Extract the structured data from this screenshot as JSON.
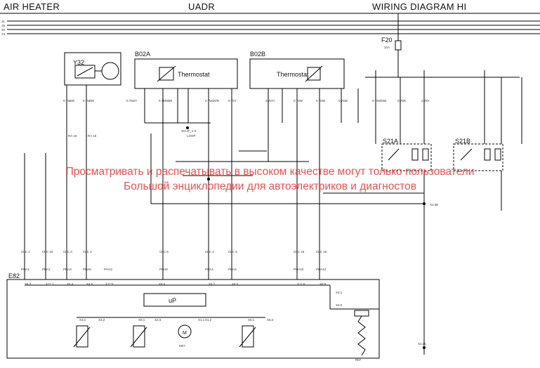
{
  "header": {
    "left": "AIR HEATER",
    "center": "UADR",
    "right": "WIRING DIAGRAM HI"
  },
  "bus_labels": [
    "31",
    "15",
    "30",
    "X1"
  ],
  "components": {
    "b02a": {
      "id": "B02A",
      "label": "Thermostat"
    },
    "b02b": {
      "id": "B02B",
      "label": "Thermostat"
    },
    "y32": {
      "id": "Y32"
    },
    "f20": {
      "id": "F20",
      "rating": "10A"
    },
    "s21a": {
      "id": "S21A"
    },
    "s21b": {
      "id": "S21B"
    },
    "e82": {
      "id": "E82",
      "cpu": "uP"
    },
    "motor": {
      "id": "M",
      "sub": "M07"
    },
    "r07": {
      "id": "R07"
    }
  },
  "watermark": {
    "line1": "Просматривать и распечатывать в высоком качестве могут только пользователи",
    "line2": "Большой энциклопедии для автоэлектриков и диагностов"
  },
  "wire_labels": {
    "vertical_top": [
      "0.75BW",
      "0.75BW",
      "0.75GY",
      "0.75R/BR",
      "0.75GR/R",
      "0.75Y",
      "0.75YI",
      "0.75W",
      "0.75W",
      "0.75W",
      "0.75W/SB",
      "0.75R",
      "0.75Y"
    ],
    "clc": [
      "CLC 1",
      "CLC 10",
      "CLC 3",
      "CLC 2",
      "CLC 6",
      "CLC 4",
      "CLC 5",
      "CLC 16",
      "CLC 15"
    ],
    "pha": [
      "PHA1",
      "PHA1",
      "PHA3",
      "PHA6",
      "PHA3",
      "PHA8",
      "PHA4",
      "PHA4",
      "PHA10",
      "PHA12"
    ],
    "ra": [
      "RA 16",
      "RA 15"
    ],
    "connectors": [
      "X6:3",
      "X11:1",
      "X6:4",
      "X4:6",
      "X11:5",
      "X6:6",
      "X6:7",
      "X6:3",
      "X11:6",
      "X6:8",
      "X4:1",
      "X4:2"
    ],
    "internal": [
      "X3:1",
      "X3:2",
      "X9:1",
      "X2:3",
      "X1:1",
      "X1:2",
      "X5:1",
      "X5:2"
    ],
    "junctions": [
      "X1:3E",
      "X1:2C"
    ],
    "loop": [
      "XCUF_1-2",
      "LOOP"
    ]
  }
}
